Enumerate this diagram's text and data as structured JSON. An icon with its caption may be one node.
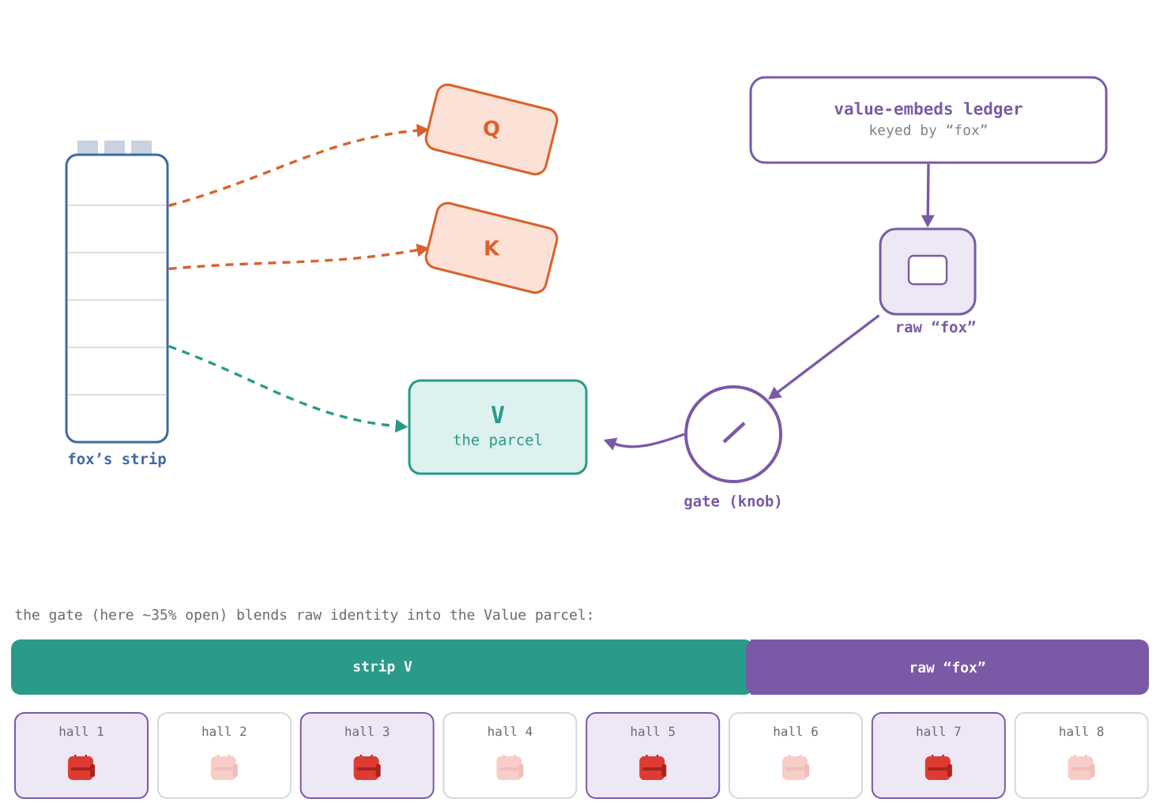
{
  "diagram": {
    "nodes": [
      {
        "text": [
          "fox’s strip"
        ]
      },
      {
        "text": [
          "Q"
        ]
      },
      {
        "text": [
          "K"
        ]
      },
      {
        "text": [
          "V",
          "the parcel"
        ]
      },
      {
        "text": [
          "value-embeds ledger",
          "keyed by “fox”"
        ]
      },
      {
        "text": [
          "raw “fox”"
        ]
      },
      {
        "text": [
          "gate (knob)"
        ]
      },
      {
        "text": [
          "strip V"
        ]
      },
      {
        "text": [
          "raw “fox”"
        ]
      },
      {
        "text": [
          "hall 1"
        ]
      },
      {
        "text": [
          "hall 2"
        ]
      },
      {
        "text": [
          "hall 3"
        ]
      },
      {
        "text": [
          "hall 4"
        ]
      },
      {
        "text": [
          "hall 5"
        ]
      },
      {
        "text": [
          "hall 6"
        ]
      },
      {
        "text": [
          "hall 7"
        ]
      },
      {
        "text": [
          "hall 8"
        ]
      }
    ],
    "edges": [
      {
        "from": 0,
        "to": 1,
        "arrow": "to",
        "style": "dashed",
        "color": "#d9622b"
      },
      {
        "from": 0,
        "to": 2,
        "arrow": "to",
        "style": "dashed",
        "color": "#d9622b"
      },
      {
        "from": 0,
        "to": 3,
        "arrow": "to",
        "style": "dashed",
        "color": "#2a9a8a"
      },
      {
        "from": 4,
        "to": 5,
        "arrow": "to"
      },
      {
        "from": 5,
        "to": 6,
        "arrow": "to"
      },
      {
        "from": 6,
        "to": 3,
        "arrow": "to"
      }
    ],
    "labels": [
      "the gate (here ~35% open) blends raw identity into the Value parcel:"
    ]
  }
}
